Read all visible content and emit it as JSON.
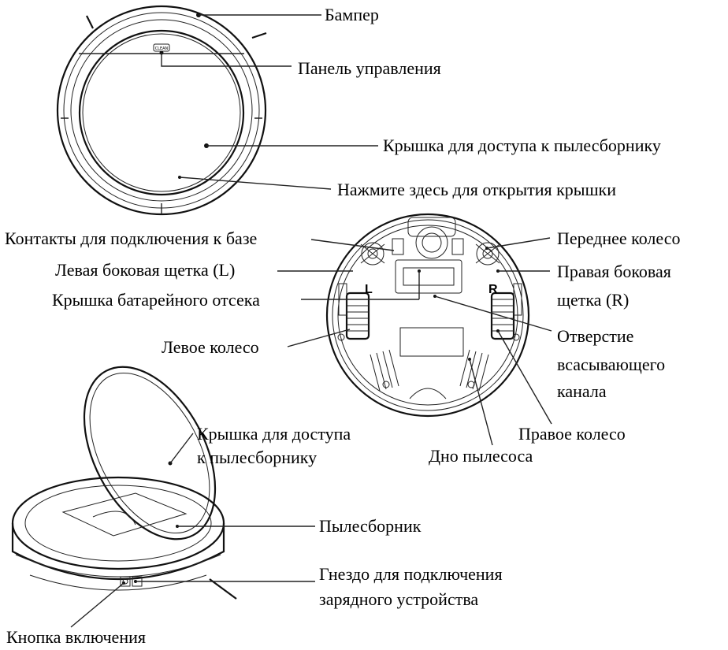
{
  "top_view": {
    "bumper": "Бампер",
    "control_panel": "Панель управления",
    "control_panel_button": "CLEAN",
    "dust_cover": "Крышка для доступа к пылесборнику",
    "press_here": "Нажмите здесь для открытия крышки"
  },
  "bottom_view": {
    "charge_contacts": "Контакты для подключения к базе",
    "left_brush": "Левая боковая щетка (L)",
    "battery_cover": "Крышка батарейного отсека",
    "left_wheel": "Левое колесо",
    "front_wheel": "Переднее колесо",
    "right_brush_line1": "Правая боковая",
    "right_brush_line2": "щетка (R)",
    "suction_line1": "Отверстие",
    "suction_line2": "всасывающего",
    "suction_line3": "канала",
    "right_wheel": "Правое колесо",
    "bottom": "Дно пылесоса",
    "mark_left": "L",
    "mark_right": "R"
  },
  "side_view": {
    "dust_cover_line1": "Крышка для доступа",
    "dust_cover_line2": "к пылесборнику",
    "dustbin": "Пылесборник",
    "charger_socket_line1": "Гнездо для подключения",
    "charger_socket_line2": "зарядного устройства",
    "power_button": "Кнопка включения"
  }
}
